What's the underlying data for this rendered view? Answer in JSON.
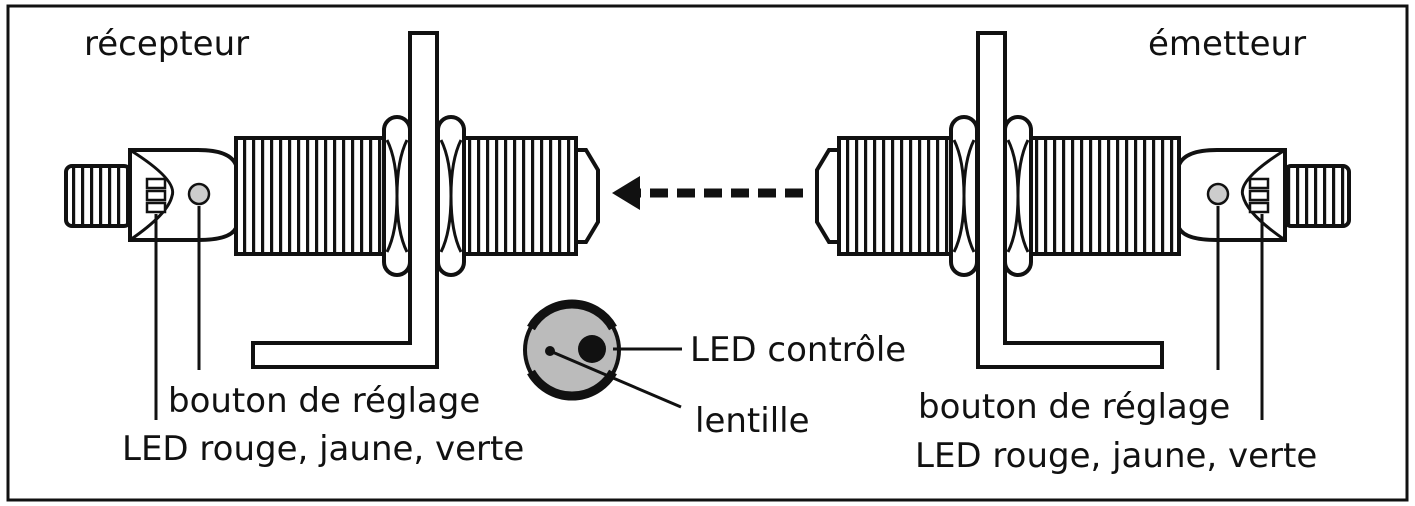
{
  "labels": {
    "receiver": "récepteur",
    "emitter": "émetteur",
    "adjust_left": "bouton de réglage",
    "leds_left": "LED rouge, jaune, verte",
    "adjust_right": "bouton de réglage",
    "leds_right": "LED rouge, jaune, verte",
    "led_control": "LED contrôle",
    "lens": "lentille"
  },
  "colors": {
    "ink": "#111111",
    "button_fill": "#cccccc",
    "lens_face": "#bbbbbb",
    "background": "#ffffff"
  }
}
